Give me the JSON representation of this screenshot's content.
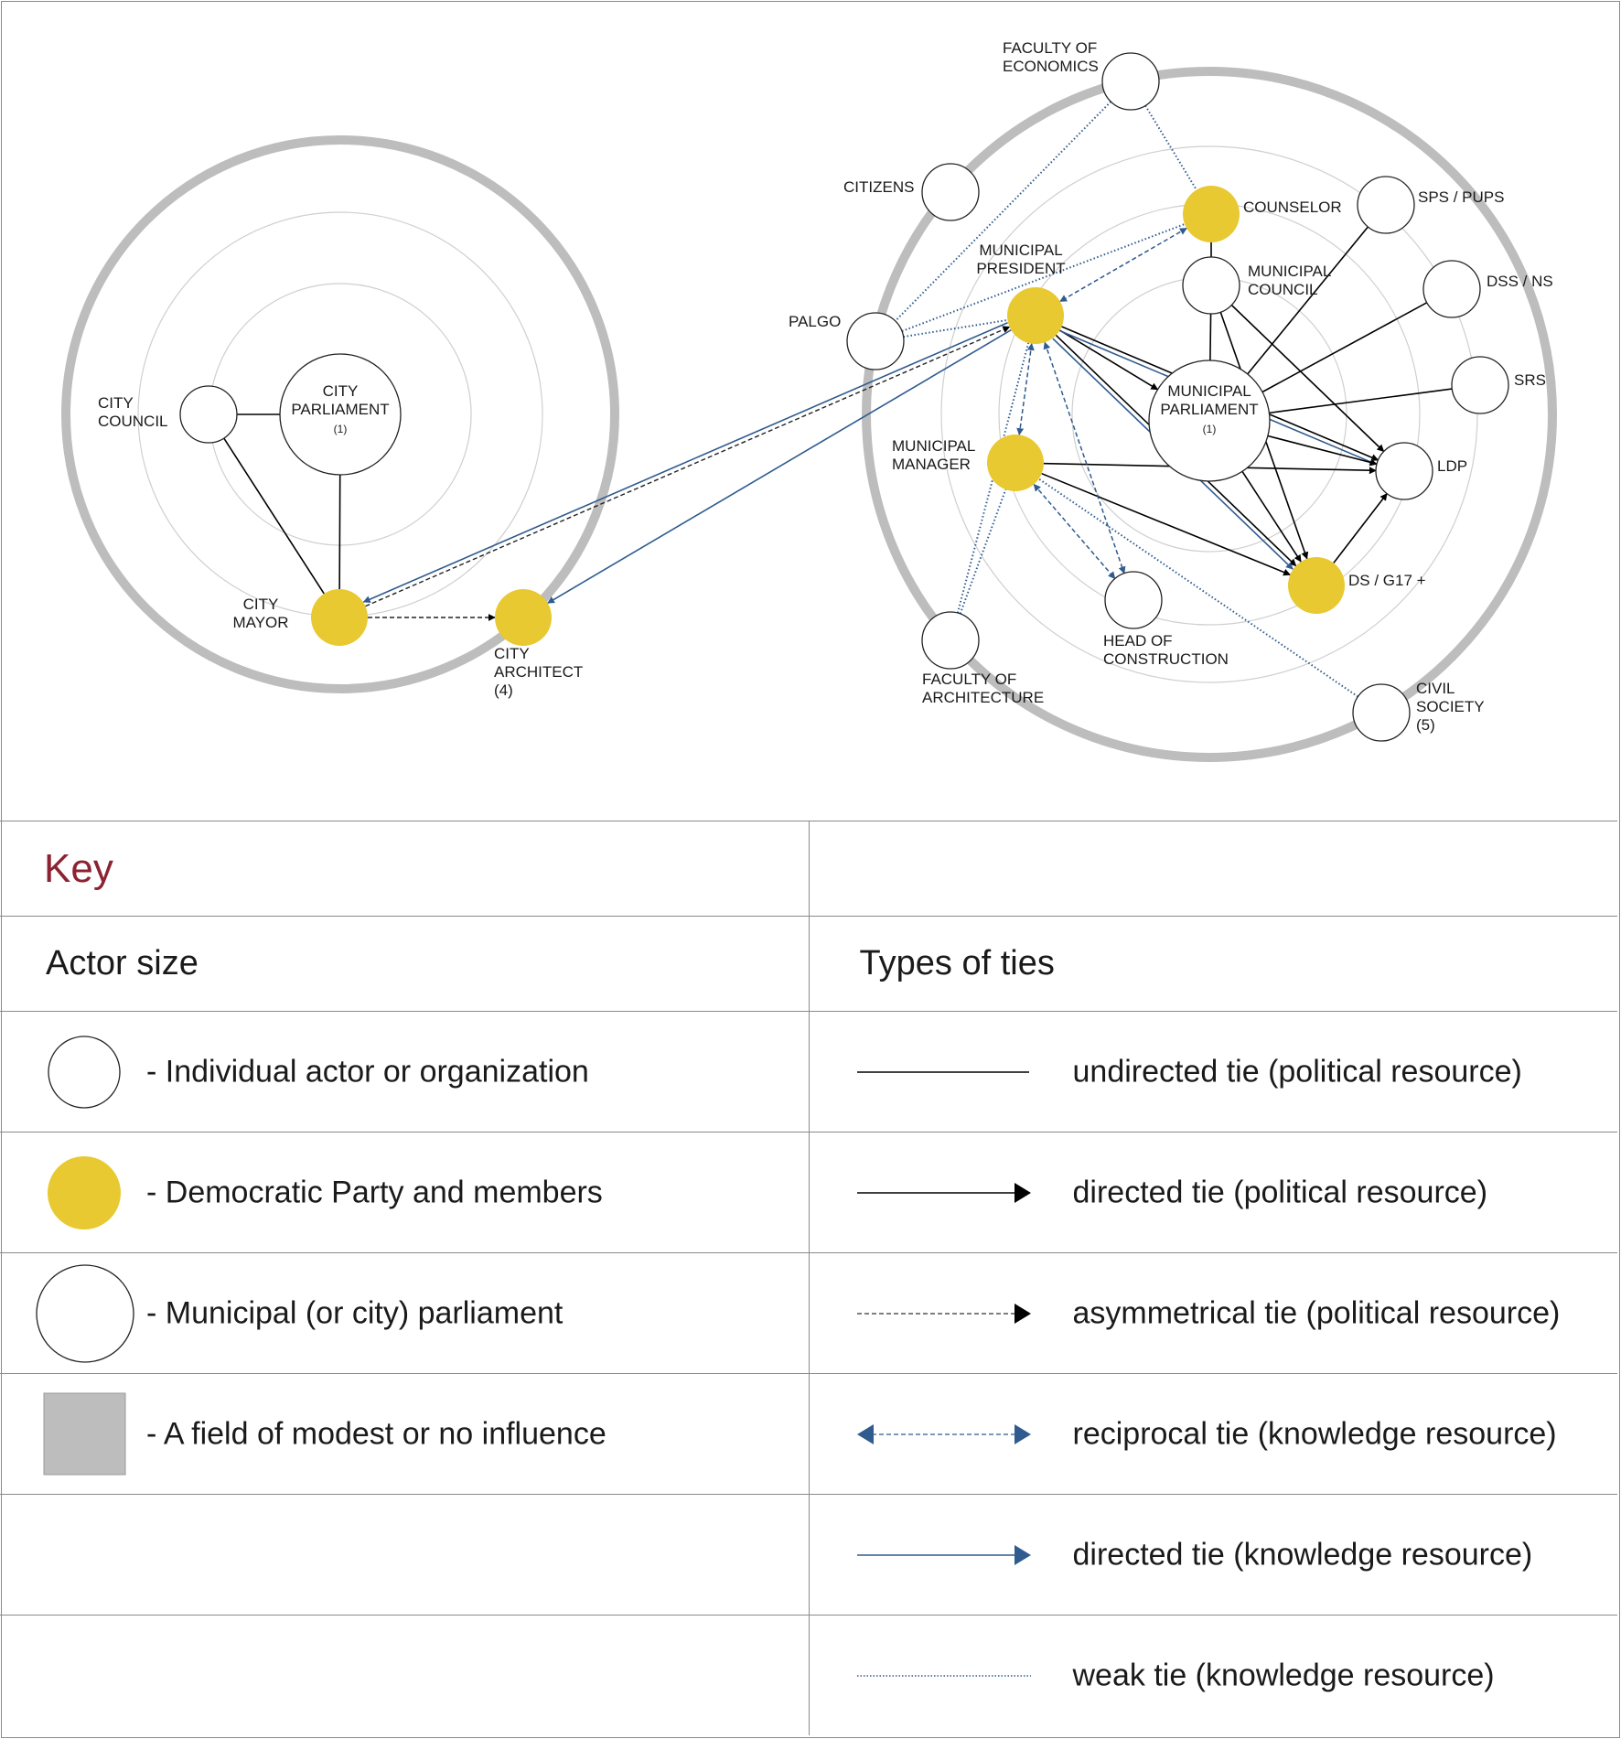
{
  "network": {
    "nodes": [
      {
        "id": "city-council",
        "label": [
          "CITY",
          "COUNCIL"
        ],
        "kind": "individual"
      },
      {
        "id": "city-parliament",
        "label": [
          "CITY",
          "PARLIAMENT",
          "(1)"
        ],
        "kind": "parliament"
      },
      {
        "id": "city-mayor",
        "label": [
          "CITY",
          "MAYOR"
        ],
        "kind": "democratic"
      },
      {
        "id": "city-architect",
        "label": [
          "CITY",
          "ARCHITECT",
          "(4)"
        ],
        "kind": "democratic"
      },
      {
        "id": "faculty-economics",
        "label": [
          "FACULTY OF",
          "ECONOMICS"
        ],
        "kind": "individual"
      },
      {
        "id": "citizens",
        "label": [
          "CITIZENS"
        ],
        "kind": "individual"
      },
      {
        "id": "counselor",
        "label": [
          "COUNSELOR"
        ],
        "kind": "democratic"
      },
      {
        "id": "sps-pups",
        "label": [
          "SPS / PUPS"
        ],
        "kind": "individual"
      },
      {
        "id": "municipal-council",
        "label": [
          "MUNICIPAL",
          "COUNCIL"
        ],
        "kind": "individual"
      },
      {
        "id": "dss-ns",
        "label": [
          "DSS / NS"
        ],
        "kind": "individual"
      },
      {
        "id": "palgo",
        "label": [
          "PALGO"
        ],
        "kind": "individual"
      },
      {
        "id": "municipal-president",
        "label": [
          "MUNICIPAL",
          "PRESIDENT"
        ],
        "kind": "democratic"
      },
      {
        "id": "srs",
        "label": [
          "SRS"
        ],
        "kind": "individual"
      },
      {
        "id": "municipal-parliament",
        "label": [
          "MUNICIPAL",
          "PARLIAMENT",
          "(1)"
        ],
        "kind": "parliament"
      },
      {
        "id": "municipal-manager",
        "label": [
          "MUNICIPAL",
          "MANAGER"
        ],
        "kind": "democratic"
      },
      {
        "id": "ldp",
        "label": [
          "LDP"
        ],
        "kind": "individual"
      },
      {
        "id": "ds-g17",
        "label": [
          "DS / G17 +"
        ],
        "kind": "democratic"
      },
      {
        "id": "head-construction",
        "label": [
          "HEAD OF",
          "CONSTRUCTION"
        ],
        "kind": "individual"
      },
      {
        "id": "faculty-architecture",
        "label": [
          "FACULTY OF",
          "ARCHITECTURE"
        ],
        "kind": "individual"
      },
      {
        "id": "civil-society",
        "label": [
          "CIVIL",
          "SOCIETY",
          "(5)"
        ],
        "kind": "individual"
      }
    ],
    "ties": [
      {
        "from": "city-council",
        "to": "city-parliament",
        "type": "undirected-political"
      },
      {
        "from": "city-parliament",
        "to": "city-mayor",
        "type": "undirected-political"
      },
      {
        "from": "city-council",
        "to": "city-mayor",
        "type": "undirected-political"
      },
      {
        "from": "city-mayor",
        "to": "city-architect",
        "type": "asymmetrical-political"
      },
      {
        "from": "city-mayor",
        "to": "municipal-president",
        "type": "asymmetrical-political"
      },
      {
        "from": "municipal-president",
        "to": "city-mayor",
        "type": "directed-knowledge"
      },
      {
        "from": "municipal-president",
        "to": "city-architect",
        "type": "directed-knowledge"
      },
      {
        "from": "faculty-economics",
        "to": "palgo",
        "type": "weak-knowledge"
      },
      {
        "from": "faculty-economics",
        "to": "counselor",
        "type": "weak-knowledge"
      },
      {
        "from": "palgo",
        "to": "counselor",
        "type": "weak-knowledge"
      },
      {
        "from": "palgo",
        "to": "municipal-president",
        "type": "weak-knowledge"
      },
      {
        "from": "counselor",
        "to": "municipal-president",
        "type": "reciprocal-knowledge"
      },
      {
        "from": "counselor",
        "to": "municipal-council",
        "type": "undirected-political"
      },
      {
        "from": "sps-pups",
        "to": "municipal-parliament",
        "type": "undirected-political"
      },
      {
        "from": "dss-ns",
        "to": "municipal-parliament",
        "type": "undirected-political"
      },
      {
        "from": "srs",
        "to": "municipal-parliament",
        "type": "undirected-political"
      },
      {
        "from": "municipal-council",
        "to": "municipal-parliament",
        "type": "undirected-political"
      },
      {
        "from": "municipal-president",
        "to": "municipal-parliament",
        "type": "directed-political"
      },
      {
        "from": "municipal-president",
        "to": "ldp",
        "type": "directed-political"
      },
      {
        "from": "municipal-president",
        "to": "ds-g17",
        "type": "directed-political"
      },
      {
        "from": "municipal-president",
        "to": "ldp",
        "type": "directed-knowledge"
      },
      {
        "from": "municipal-president",
        "to": "ds-g17",
        "type": "directed-knowledge"
      },
      {
        "from": "municipal-council",
        "to": "ldp",
        "type": "directed-political"
      },
      {
        "from": "municipal-council",
        "to": "ds-g17",
        "type": "directed-political"
      },
      {
        "from": "municipal-parliament",
        "to": "ldp",
        "type": "directed-political"
      },
      {
        "from": "municipal-parliament",
        "to": "ds-g17",
        "type": "directed-political"
      },
      {
        "from": "municipal-manager",
        "to": "ldp",
        "type": "directed-political"
      },
      {
        "from": "municipal-manager",
        "to": "ds-g17",
        "type": "directed-political"
      },
      {
        "from": "ds-g17",
        "to": "ldp",
        "type": "directed-political"
      },
      {
        "from": "municipal-president",
        "to": "municipal-manager",
        "type": "reciprocal-knowledge"
      },
      {
        "from": "municipal-president",
        "to": "head-construction",
        "type": "reciprocal-knowledge"
      },
      {
        "from": "municipal-manager",
        "to": "head-construction",
        "type": "reciprocal-knowledge"
      },
      {
        "from": "faculty-architecture",
        "to": "municipal-president",
        "type": "weak-knowledge"
      },
      {
        "from": "faculty-architecture",
        "to": "municipal-manager",
        "type": "weak-knowledge"
      },
      {
        "from": "civil-society",
        "to": "municipal-manager",
        "type": "weak-knowledge"
      }
    ]
  },
  "legend": {
    "key_title": "Key",
    "actor_size_header": "Actor size",
    "ties_header": "Types of ties",
    "actor_items": [
      {
        "symbol": "individual",
        "text": "- Individual actor or organization"
      },
      {
        "symbol": "democratic",
        "text": "- Democratic Party and members"
      },
      {
        "symbol": "parliament",
        "text": "- Municipal (or city) parliament"
      },
      {
        "symbol": "field",
        "text": "- A field of modest or no influence"
      }
    ],
    "tie_items": [
      {
        "symbol": "undirected-political",
        "text": "undirected tie (political resource)"
      },
      {
        "symbol": "directed-political",
        "text": "directed tie (political resource)"
      },
      {
        "symbol": "asymmetrical-political",
        "text": "asymmetrical tie (political resource)"
      },
      {
        "symbol": "reciprocal-knowledge",
        "text": "reciprocal tie (knowledge resource)"
      },
      {
        "symbol": "directed-knowledge",
        "text": "directed tie (knowledge resource)"
      },
      {
        "symbol": "weak-knowledge",
        "text": "weak tie (knowledge resource)"
      }
    ]
  },
  "colors": {
    "democratic_fill": "#e8c932",
    "field_gray": "#bdbdbd",
    "political_line": "#000000",
    "knowledge_line": "#2f5b8f",
    "key_title": "#8b2332"
  }
}
